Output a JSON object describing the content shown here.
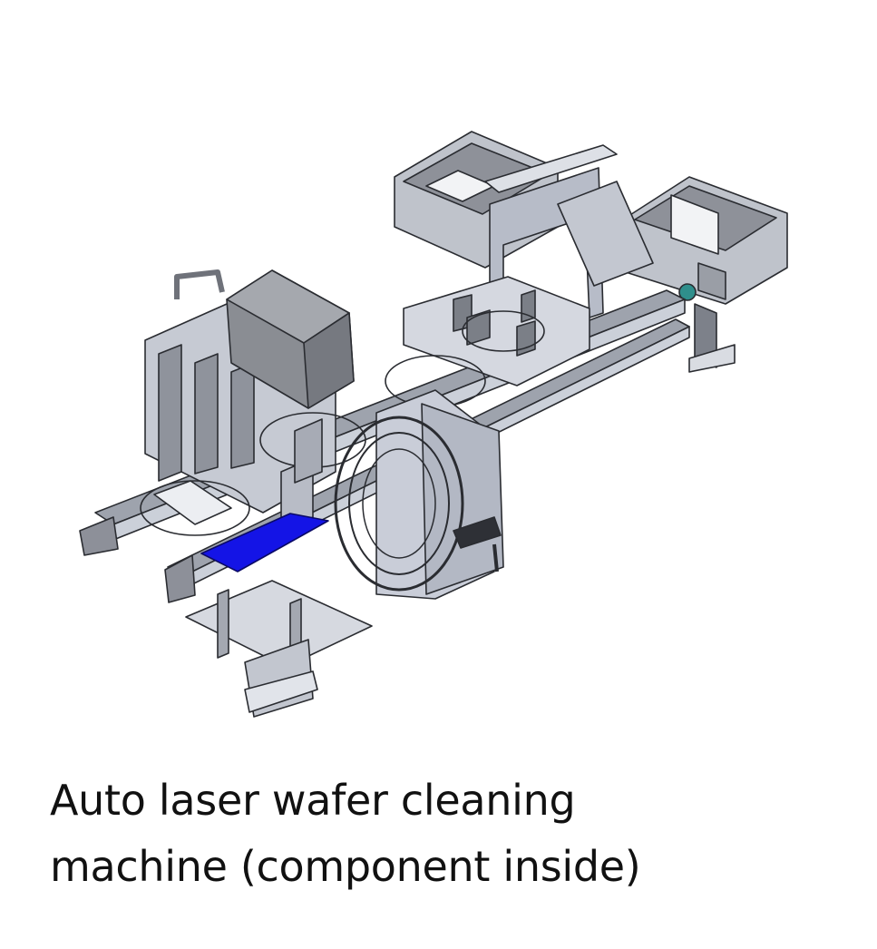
{
  "caption": {
    "line1": "Auto laser wafer cleaning",
    "line2": "machine (component inside)"
  },
  "colors": {
    "frame": "#b9bfcc",
    "frame_dark": "#6f7480",
    "housing": "#8a8d93",
    "highlight": "#1414e6",
    "outline": "#2a2c31"
  },
  "icons": [
    "machine-illustration"
  ]
}
